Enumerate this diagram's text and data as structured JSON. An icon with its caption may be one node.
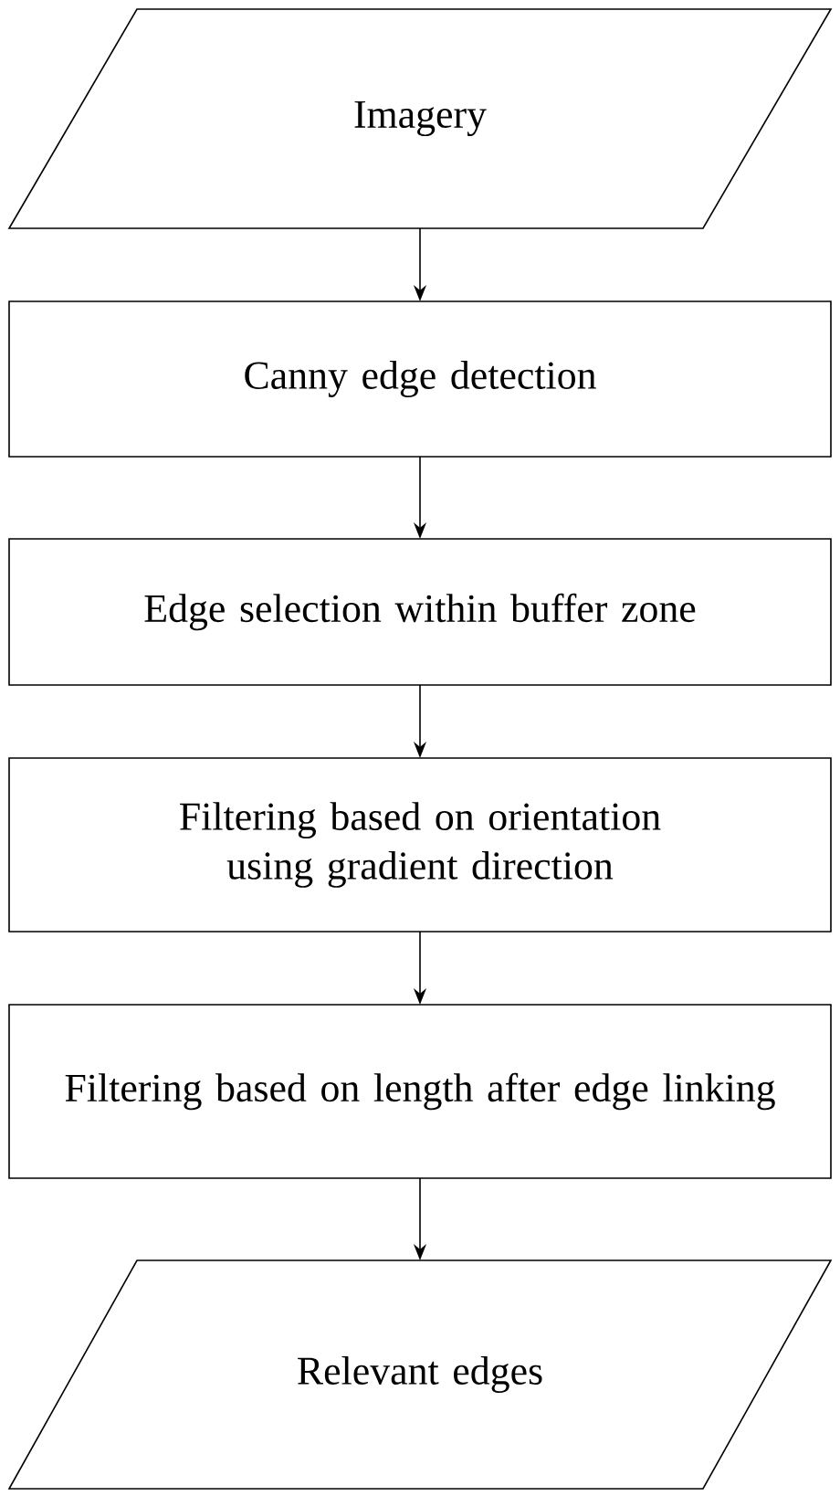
{
  "diagram": {
    "nodes": [
      {
        "text": [
          "Imagery"
        ]
      },
      {
        "text": [
          "Canny edge detection"
        ]
      },
      {
        "text": [
          "Edge selection within buffer zone"
        ]
      },
      {
        "text": [
          "Filtering based on orientation using gradient direction"
        ]
      },
      {
        "text": [
          "Filtering based on length after edge linking"
        ]
      },
      {
        "text": [
          "Relevant edges"
        ]
      }
    ],
    "edges": [
      {
        "from": 0,
        "to": 1,
        "arrow": "to"
      },
      {
        "from": 1,
        "to": 2,
        "arrow": "to"
      },
      {
        "from": 2,
        "to": 3,
        "arrow": "to"
      },
      {
        "from": 3,
        "to": 4,
        "arrow": "to"
      },
      {
        "from": 4,
        "to": 5,
        "arrow": "to"
      }
    ]
  }
}
